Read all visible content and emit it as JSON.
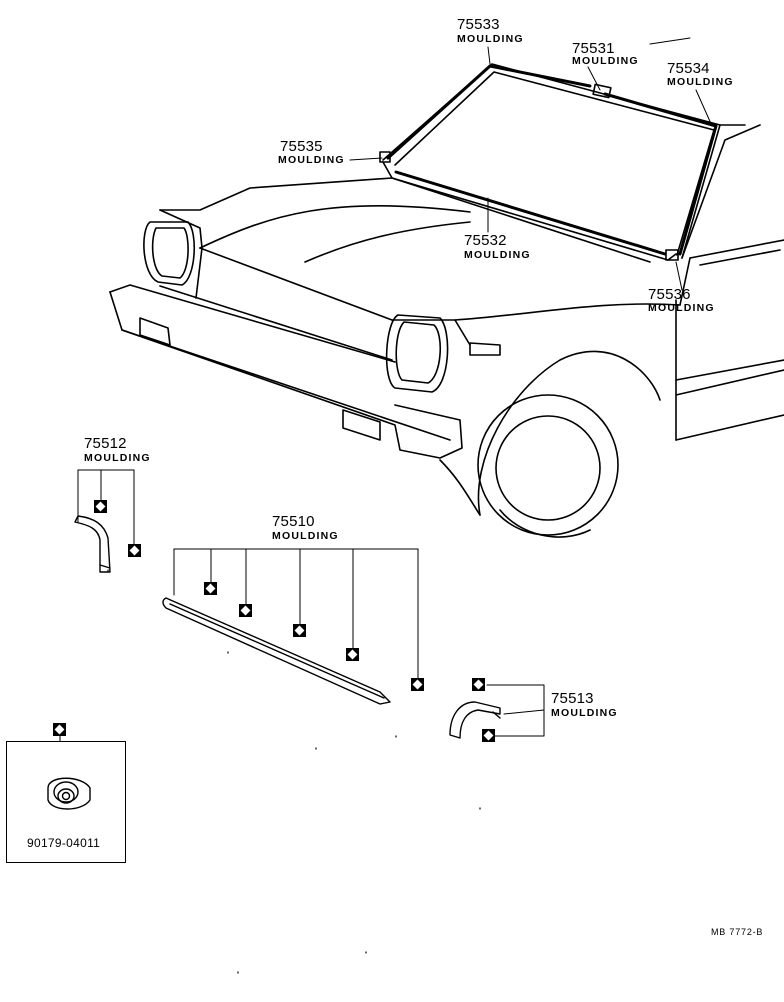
{
  "parts": {
    "p75533": {
      "number": "75533",
      "name": "MOULDING"
    },
    "p75531": {
      "number": "75531",
      "name": "MOULDING"
    },
    "p75534": {
      "number": "75534",
      "name": "MOULDING"
    },
    "p75535": {
      "number": "75535",
      "name": "MOULDING"
    },
    "p75532": {
      "number": "75532",
      "name": "MOULDING"
    },
    "p75536": {
      "number": "75536",
      "name": "MOULDING"
    },
    "p75512": {
      "number": "75512",
      "name": "MOULDING"
    },
    "p75510": {
      "number": "75510",
      "name": "MOULDING"
    },
    "p75513": {
      "number": "75513",
      "name": "MOULDING"
    }
  },
  "clip": {
    "number": "90179-04011"
  },
  "drawing_code": "MB 7772-B",
  "marker_icon": "diamond-square-icon"
}
